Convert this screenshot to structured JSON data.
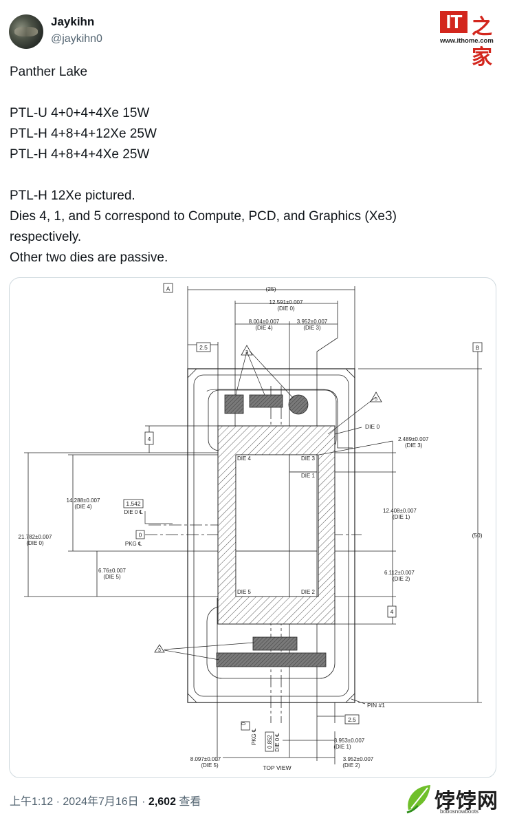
{
  "author": {
    "display_name": "Jaykihn",
    "handle": "@jaykihn0"
  },
  "watermark_top": {
    "logo_text": "IT",
    "logo_char": "之家",
    "url": "www.ithome.com"
  },
  "tweet": {
    "lines_a": [
      "Panther Lake"
    ],
    "lines_b": [
      "PTL-U 4+0+4+4Xe 15W",
      "PTL-H 4+8+4+12Xe 25W",
      "PTL-H 4+8+4+4Xe 25W"
    ],
    "lines_c": [
      "PTL-H 12Xe pictured.",
      "Dies 4, 1, and 5 correspond to Compute, PCD, and Graphics (Xe3)",
      "respectively.",
      "Other two dies are passive."
    ]
  },
  "drawing": {
    "datum_a": "A",
    "datum_b": "B",
    "dim_25": "(25)",
    "dim_50": "(50)",
    "die0_width": "12.591±0.007",
    "die0_width_label": "(DIE 0)",
    "die4_width": "8.004±0.007",
    "die4_width_label": "(DIE 4)",
    "die3_width_top": "3.952±0.007",
    "die3_width_top_label": "(DIE 3)",
    "dim_2_5_top": "2.5",
    "dim_2_5_bottom": "2.5",
    "callout_3": "3",
    "callout_5": "5",
    "dim_4_top": "4",
    "dim_4_bottom": "4",
    "die0_label": "DIE 0",
    "die1_label": "DIE 1",
    "die2_label": "DIE 2",
    "die3_label": "DIE 3",
    "die4_label": "DIE 4",
    "die5_label": "DIE 5",
    "die3_height": "2.489±0.007",
    "die3_height_label": "(DIE 3)",
    "die1_height": "12.408±0.007",
    "die1_height_label": "(DIE 1)",
    "die2_height": "6.112±0.007",
    "die2_height_label": "(DIE 2)",
    "die4_height": "14.288±0.007",
    "die4_height_label": "(DIE 4)",
    "die0_height": "21.782±0.007",
    "die0_height_label": "(DIE 0)",
    "die5_height": "6.76±0.007",
    "die5_height_label": "(DIE 5)",
    "die0_cl_offset": "1.542",
    "die0_cl_label": "DIE 0 ℄",
    "pkg_cl_value": "0",
    "pkg_cl_label": "PKG ℄",
    "pin1": "PIN #1",
    "bottom_pkg_value": "0",
    "bottom_pkg_label": "PKG ℄",
    "bottom_die0_value": "0.852",
    "bottom_die0_label": "DIE 0 ℄",
    "die1_width": "3.953±0.007",
    "die1_width_label": "(DIE 1)",
    "die5_width": "8.097±0.007",
    "die5_width_label": "(DIE 5)",
    "die2_width": "3.952±0.007",
    "die2_width_label": "(DIE 2)",
    "view_label": "TOP VIEW"
  },
  "meta": {
    "time": "上午1:12",
    "date": "2024年7月16日",
    "views": "2,602",
    "views_label": "查看",
    "sep": "·"
  },
  "watermark_bottom": {
    "name": "饽饽网",
    "sub": "bobosnowboots"
  }
}
